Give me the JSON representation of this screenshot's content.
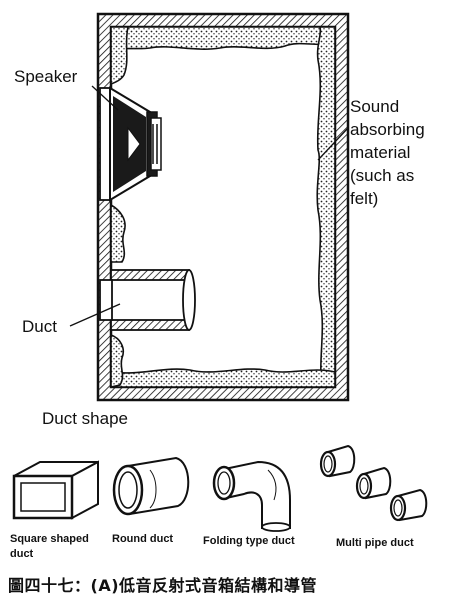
{
  "labels": {
    "speaker": "Speaker",
    "sound_absorbing": [
      "Sound",
      "absorbing",
      "material",
      "(such as",
      "felt)"
    ],
    "duct": "Duct",
    "duct_shape": "Duct shape"
  },
  "duct_types": [
    {
      "label_lines": [
        "Square shaped",
        "duct"
      ]
    },
    {
      "label_lines": [
        "Round duct"
      ]
    },
    {
      "label_lines": [
        "Folding type duct"
      ]
    },
    {
      "label_lines": [
        "Multi pipe duct"
      ]
    }
  ],
  "caption": "圖四十七：(A)低音反射式音箱結構和導管"
}
